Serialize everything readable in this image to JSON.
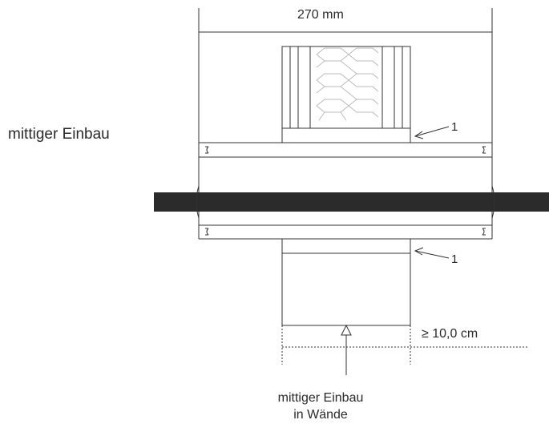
{
  "diagram": {
    "title": "mittiger Einbau",
    "width_label": "270 mm",
    "callout_top": "1",
    "callout_bottom": "1",
    "clearance_label": "≥ 10,0  cm",
    "bottom_caption_line1": "mittiger Einbau",
    "bottom_caption_line2": "in Wände"
  },
  "colors": {
    "line": "#333333",
    "pipe": "#2b2b2b",
    "honeycomb": "#bbbbbb"
  },
  "icons": [
    "arrow-up-icon",
    "callout-arrow-icon"
  ]
}
